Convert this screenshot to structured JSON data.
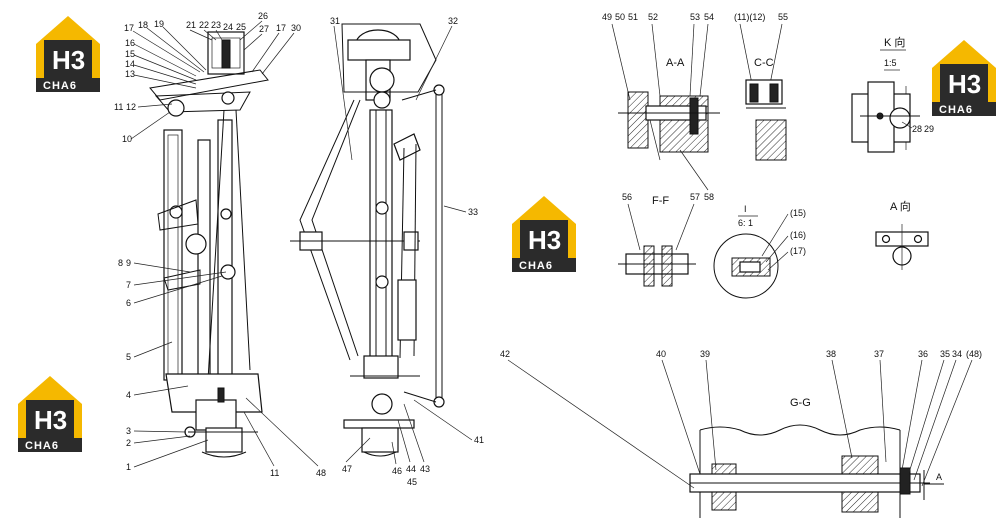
{
  "logo": {
    "mark": "H3",
    "wordmark": "CHA6",
    "color": "#f5b800",
    "dark": "#2b2b2b"
  },
  "left_assembly_labels": [
    "17",
    "18",
    "19",
    "21",
    "22",
    "23",
    "24",
    "25",
    "26",
    "27",
    "17",
    "30",
    "16",
    "15",
    "14",
    "13",
    "11",
    "12",
    "10",
    "31",
    "32",
    "8",
    "9",
    "7",
    "6",
    "5",
    "4",
    "3",
    "2",
    "1",
    "11",
    "48",
    "33",
    "41",
    "47",
    "46",
    "44",
    "45",
    "43"
  ],
  "views": {
    "a_a": {
      "title": "A-A",
      "labels": [
        "49",
        "50",
        "51",
        "52",
        "53",
        "54",
        "58"
      ]
    },
    "c_c": {
      "title": "C-C",
      "labels": [
        "(11)(12)",
        "55"
      ]
    },
    "k": {
      "title": "K 向",
      "scale": "1:5",
      "labels": [
        "28",
        "29"
      ]
    },
    "f_f": {
      "title": "F-F",
      "labels": [
        "56",
        "57"
      ]
    },
    "detail_i": {
      "title": "I",
      "scale": "6: 1",
      "labels": [
        "(15)",
        "(16)",
        "(17)"
      ]
    },
    "a_dir": {
      "title": "A 向"
    },
    "g_g": {
      "title": "G-G",
      "labels": [
        "42",
        "40",
        "39",
        "38",
        "37",
        "36",
        "35",
        "34",
        "(48)"
      ],
      "arrow_label": "A"
    }
  }
}
